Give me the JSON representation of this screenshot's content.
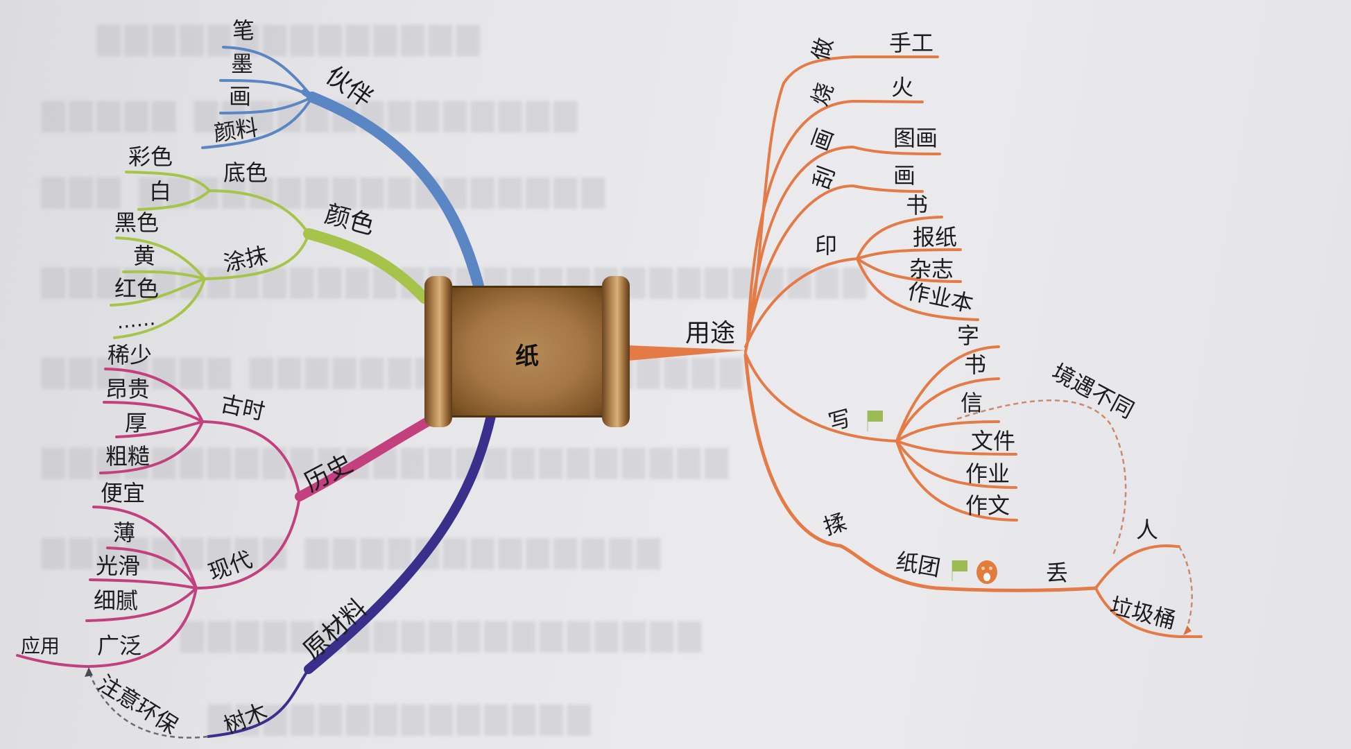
{
  "page": {
    "type": "mind-map photo of textbook page",
    "background_color": "#e8e8eb"
  },
  "center": {
    "label": "纸",
    "style": "parchment-scroll"
  },
  "colors": {
    "partners": "#5b86c4",
    "color": "#a6c44a",
    "history": "#c2407e",
    "raw_material": "#3b2f8c",
    "uses": "#e47a45",
    "dashed_link": "#c9896a"
  },
  "branches": {
    "partners": {
      "label": "伙伴",
      "children": [
        "笔",
        "墨",
        "画",
        "颜料"
      ]
    },
    "color": {
      "label": "颜色",
      "groups": [
        {
          "label": "底色",
          "children": [
            "彩色",
            "白"
          ]
        },
        {
          "label": "涂抹",
          "children": [
            "黑色",
            "黄",
            "红色",
            "……"
          ]
        }
      ]
    },
    "history": {
      "label": "历史",
      "groups": [
        {
          "label": "古时",
          "children": [
            "稀少",
            "昂贵",
            "厚",
            "粗糙"
          ]
        },
        {
          "label": "现代",
          "children": [
            "便宜",
            "薄",
            "光滑",
            "细腻",
            "广泛"
          ]
        }
      ],
      "extra": {
        "label": "应用"
      }
    },
    "raw_material": {
      "label": "原材料",
      "children": [
        "树木"
      ],
      "link": {
        "label": "注意环保",
        "from": "树木",
        "to": "应用",
        "style": "dashed-arrow"
      }
    },
    "uses": {
      "label": "用途",
      "groups": [
        {
          "label": "做",
          "children": [
            "手工"
          ]
        },
        {
          "label": "烧",
          "children": [
            "火"
          ]
        },
        {
          "label": "画",
          "children": [
            "图画"
          ]
        },
        {
          "label": "刮",
          "children": [
            "画"
          ]
        },
        {
          "label": "印",
          "children": [
            "书",
            "报纸",
            "杂志",
            "作业本"
          ]
        },
        {
          "label": "写",
          "children": [
            "字",
            "书",
            "信",
            "文件",
            "作业",
            "作文"
          ],
          "icon": "green-flag-icon"
        },
        {
          "label": "揉",
          "children": [
            {
              "label": "纸团",
              "icons": [
                "green-flag-icon",
                "surprised-face-icon"
              ],
              "children": [
                {
                  "label": "丢",
                  "children": [
                    "人",
                    "垃圾桶"
                  ]
                }
              ]
            }
          ]
        }
      ],
      "link": {
        "label": "境遇不同",
        "from": "信",
        "to": "人",
        "style": "dashed-arrow"
      },
      "link2": {
        "from": "人",
        "to": "垃圾桶",
        "style": "dashed-arrow"
      }
    }
  }
}
